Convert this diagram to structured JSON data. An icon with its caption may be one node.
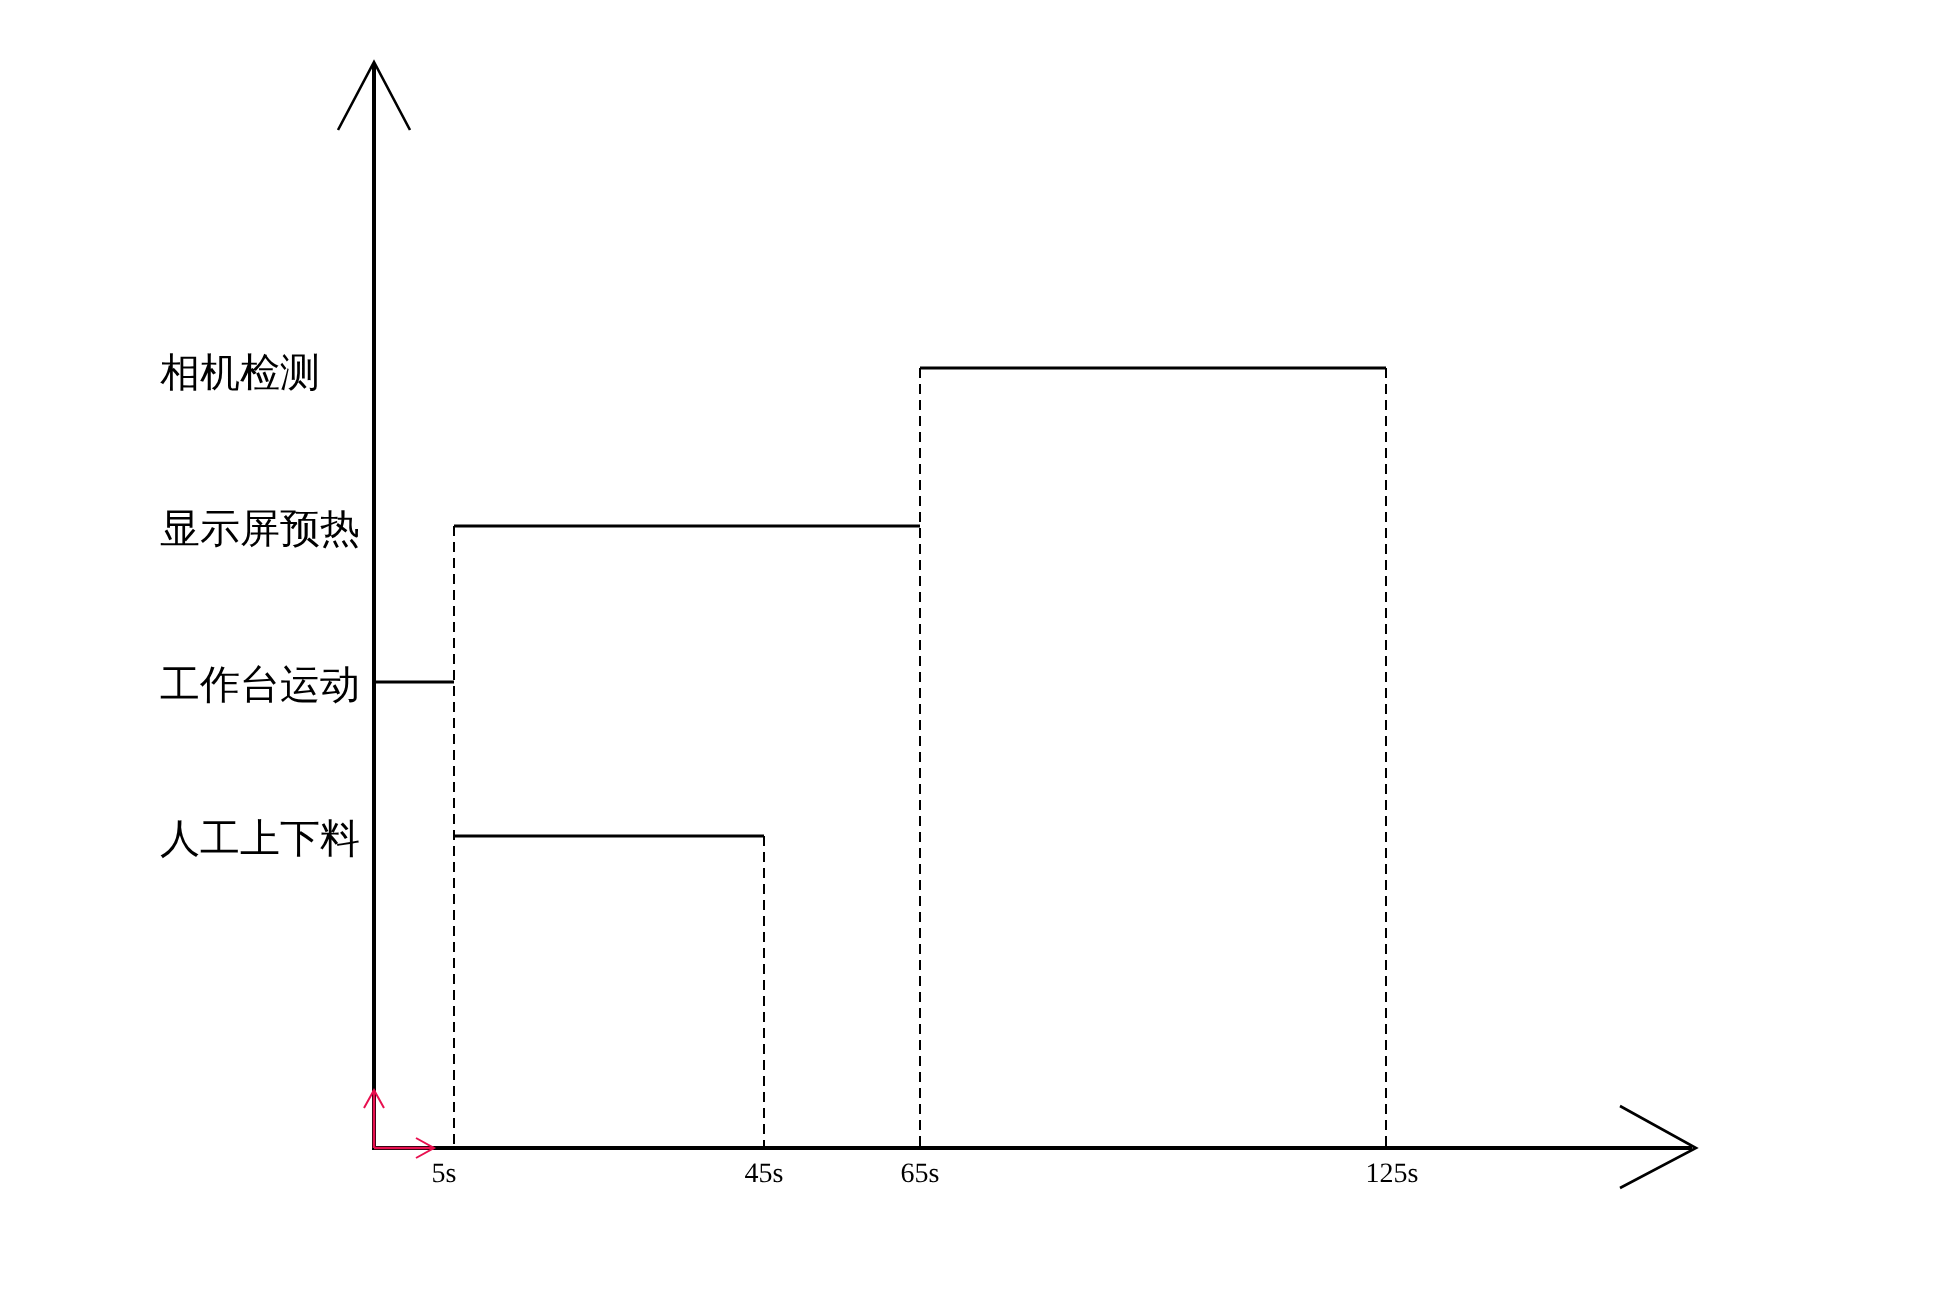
{
  "diagram": {
    "labels": [
      "相机检测",
      "显示屏预热",
      "工作台运动",
      "人工上下料",
      "5s",
      "45s",
      "65s",
      "125s"
    ]
  }
}
